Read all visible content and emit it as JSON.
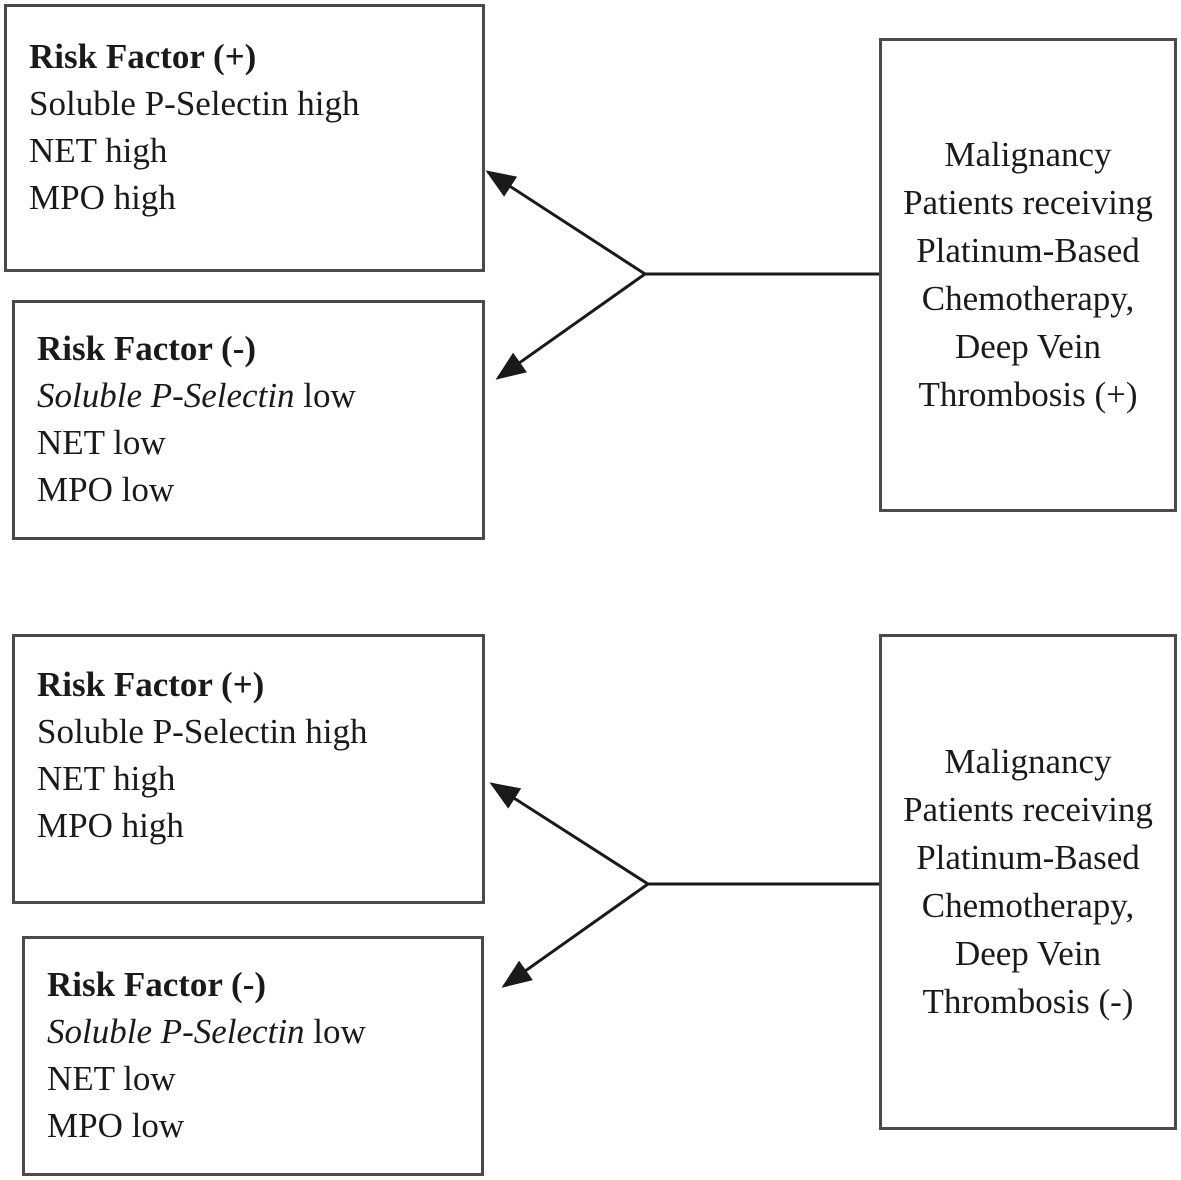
{
  "panels": [
    {
      "risk_positive": {
        "title": "Risk Factor (+)",
        "lines": [
          "Soluble P-Selectin high",
          "NET high",
          "MPO high"
        ]
      },
      "risk_negative": {
        "title": "Risk Factor (-)",
        "line1_italic": "Soluble P-Selectin",
        "line1_rest": " low",
        "lines": [
          "NET low",
          "MPO low"
        ]
      },
      "patients": "Malignancy Patients receiving Platinum-Based Chemotherapy, Deep Vein Thrombosis (+)"
    },
    {
      "risk_positive": {
        "title": "Risk Factor (+)",
        "lines": [
          "Soluble P-Selectin high",
          "NET high",
          "MPO high"
        ]
      },
      "risk_negative": {
        "title": "Risk Factor (-)",
        "line1_italic": "Soluble P-Selectin",
        "line1_rest": " low",
        "lines": [
          "NET low",
          "MPO low"
        ]
      },
      "patients": "Malignancy Patients receiving Platinum-Based Chemotherapy, Deep Vein Thrombosis (-)"
    }
  ]
}
